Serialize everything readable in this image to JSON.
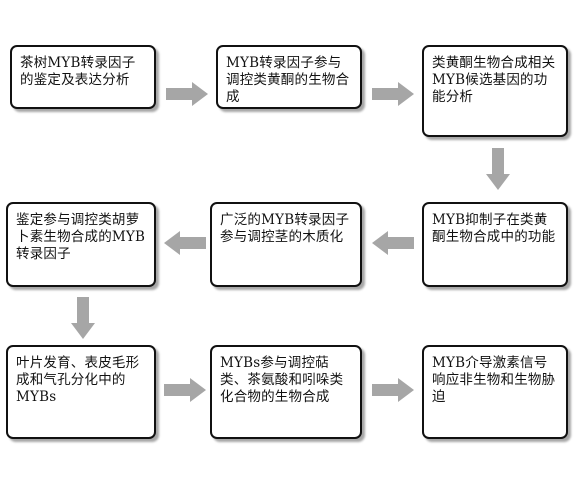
{
  "boxes": [
    {
      "text": "茶树MYB转录因子的鉴定及表达分析"
    },
    {
      "text": "MYB转录因子参与调控类黄酮的生物合成"
    },
    {
      "text": "类黄酮生物合成相关MYB候选基因的功能分析"
    },
    {
      "text": "MYB抑制子在类黄酮生物合成中的功能"
    },
    {
      "text": "广泛的MYB转录因子参与调控茎的木质化"
    },
    {
      "text": "鉴定参与调控类胡萝卜素生物合成的MYB转录因子"
    },
    {
      "text": "叶片发育、表皮毛形成和气孔分化中的MYBs"
    },
    {
      "text": "MYBs参与调控萜类、茶氨酸和吲哚类化合物的生物合成"
    },
    {
      "text": "MYB介导激素信号响应非生物和生物胁迫"
    }
  ],
  "arrow_color": "#a6a6a6"
}
